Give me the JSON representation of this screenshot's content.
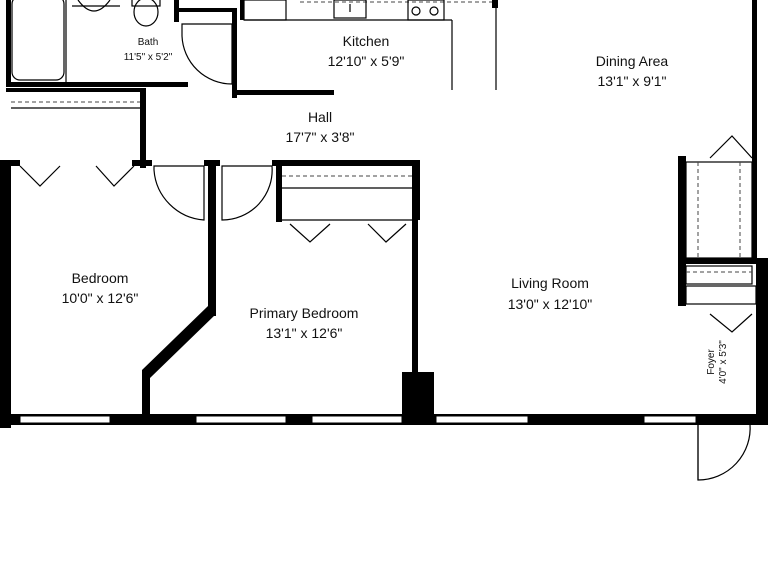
{
  "rooms": {
    "bath": {
      "name": "Bath",
      "dims": "11'5\" x 5'2\""
    },
    "kitchen": {
      "name": "Kitchen",
      "dims": "12'10\" x 5'9\""
    },
    "dining": {
      "name": "Dining Area",
      "dims": "13'1\" x 9'1\""
    },
    "hall": {
      "name": "Hall",
      "dims": "17'7\" x 3'8\""
    },
    "bedroom": {
      "name": "Bedroom",
      "dims": "10'0\" x 12'6\""
    },
    "primary": {
      "name": "Primary Bedroom",
      "dims": "13'1\" x 12'6\""
    },
    "living": {
      "name": "Living Room",
      "dims": "13'0\" x 12'10\""
    },
    "foyer": {
      "name": "Foyer",
      "dims": "4'0\" x 5'3\""
    }
  }
}
